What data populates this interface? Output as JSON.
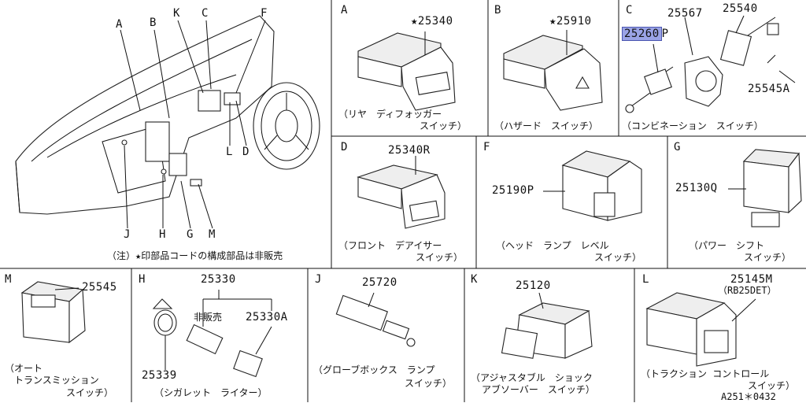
{
  "panels": {
    "overview": {
      "letters": [
        "A",
        "B",
        "K",
        "C",
        "F",
        "L",
        "D",
        "J",
        "H",
        "G",
        "M"
      ],
      "note": "（注）★印部品コードの構成部品は非販売"
    },
    "A": {
      "letter": "A",
      "part": "★25340",
      "caption_1": "（リヤ　ディフォッガー",
      "caption_2": "スイッチ）"
    },
    "B": {
      "letter": "B",
      "part": "★25910",
      "caption_1": "（ハザード　スイッチ）"
    },
    "C": {
      "letter": "C",
      "part_1": "25567",
      "part_2": "25540",
      "part_hl": "25260",
      "part_hl_suffix": "P",
      "part_3": "25545A",
      "caption_1": "（コンビネーション　スイッチ）"
    },
    "D": {
      "letter": "D",
      "part": "25340R",
      "caption_1": "（フロント　デアイサー",
      "caption_2": "スイッチ）"
    },
    "F": {
      "letter": "F",
      "part": "25190P",
      "caption_1": "（ヘッド　ランプ　レベル",
      "caption_2": "スイッチ）"
    },
    "G": {
      "letter": "G",
      "part": "25130Q",
      "caption_1": "（パワー　シフト",
      "caption_2": "スイッチ）"
    },
    "M": {
      "letter": "M",
      "part": "25545",
      "caption_1": "（オート",
      "caption_2": "トランスミッション",
      "caption_3": "スイッチ）"
    },
    "H": {
      "letter": "H",
      "part_1": "25330",
      "part_2": "25330A",
      "part_3": "25339",
      "nonsale": "非販売",
      "caption_1": "（シガレット　ライター）"
    },
    "J": {
      "letter": "J",
      "part": "25720",
      "caption_1": "（グローブボックス　ランプ",
      "caption_2": "スイッチ）"
    },
    "K": {
      "letter": "K",
      "part": "25120",
      "caption_1": "（アジャスタブル　ショック",
      "caption_2": "アブソーバー　スイッチ）"
    },
    "L": {
      "letter": "L",
      "part": "25145M",
      "variant": "（RB25DET）",
      "caption_1": "（トラクション コントロール",
      "caption_2": "スイッチ）",
      "ref": "A251＊0432"
    }
  },
  "colors": {
    "highlight": "#9aa3e6",
    "line": "#111111"
  }
}
